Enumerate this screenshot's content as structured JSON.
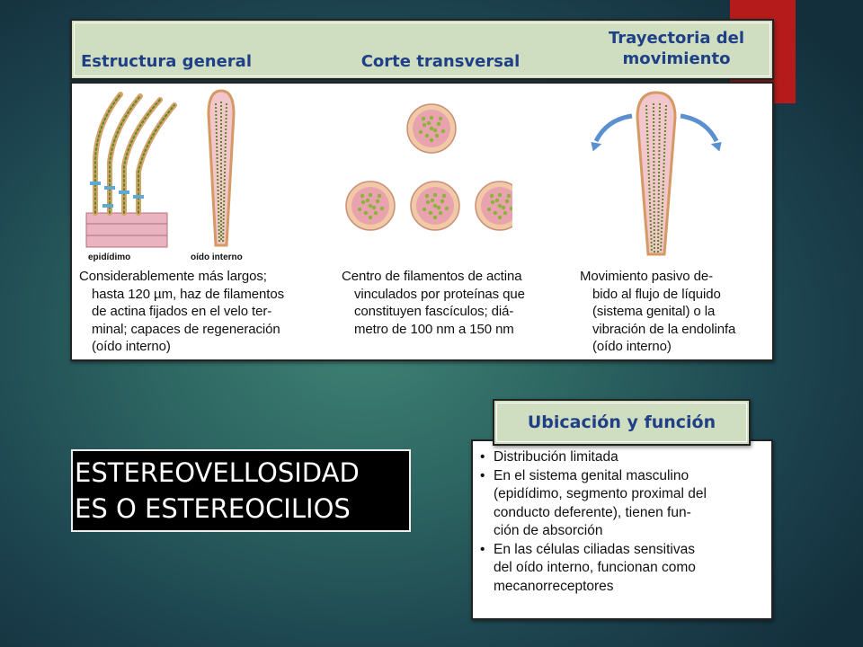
{
  "headers": {
    "estructura": "Estructura general",
    "corte": "Corte transversal",
    "trayectoria_1": "Trayectoria del",
    "trayectoria_2": "movimiento"
  },
  "image_labels": {
    "epididimo": "epidídimo",
    "oido": "oído interno"
  },
  "descriptions": {
    "estructura": [
      "Considerablemente más largos;",
      "hasta 120 µm, haz de filamentos",
      "de actina fijados en el velo ter-",
      "minal; capaces de regeneración",
      "(oído interno)"
    ],
    "corte": [
      "Centro de filamentos de actina",
      "vinculados por proteínas que",
      "constituyen fascículos; diá-",
      "metro de 100 nm a 150 nm"
    ],
    "trayectoria": [
      "Movimiento pasivo de-",
      "bido al flujo de líquido",
      "(sistema genital) o la",
      "vibración de la endolinfa",
      "(oído interno)"
    ]
  },
  "slide_title": {
    "line1": "ESTEREOVELLOSIDAD",
    "line2": "ES O ESTEREOCILIOS"
  },
  "ubicacion": {
    "header": "Ubicación y función",
    "lines": [
      "Distribución limitada",
      "En el sistema genital masculino",
      "(epidídimo, segmento proximal del",
      "conducto deferente), tienen fun-",
      "ción de absorción",
      "En las células ciliadas sensitivas",
      "del oído interno, funcionan como",
      "mecanorreceptores"
    ]
  },
  "colors": {
    "header_bg": "#cfdec0",
    "header_text": "#1f3f86",
    "accent_red": "#b51b1b",
    "cell_pink": "#e8a3ae",
    "filament_green": "#8cb33a"
  }
}
